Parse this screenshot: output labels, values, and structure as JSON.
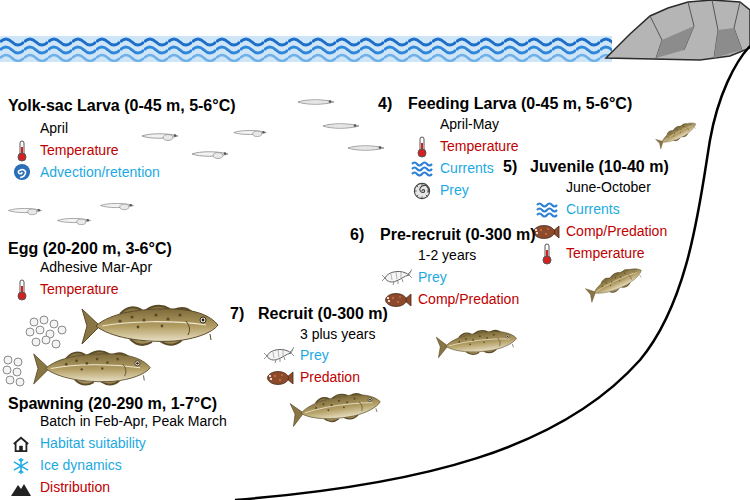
{
  "diagram": {
    "labels": [
      "Yolk-sac Larva (0-45 m, 5-6°C)",
      "April",
      "Temperature",
      "Advection/retention",
      "4)",
      "Feeding Larva (0-45 m, 5-6°C)",
      "April-May",
      "Temperature",
      "Currents",
      "Prey",
      "5)",
      "Juvenile (10-40 m)",
      "June-October",
      "Currents",
      "Comp/Predation",
      "Temperature",
      "6)",
      "Pre-recruit (0-300 m)",
      "1-2 years",
      "Prey",
      "Comp/Predation",
      "Egg (20-200 m, 3-6°C)",
      "Adhesive Mar-Apr",
      "Temperature",
      "7)",
      "Recruit (0-300 m)",
      "3 plus years",
      "Prey",
      "Predation",
      "Spawning (20-290 m, 1-7°C)",
      "Batch in Feb-Apr, Peak March",
      "Habitat suitability",
      "Ice dynamics",
      "Distribution"
    ]
  }
}
